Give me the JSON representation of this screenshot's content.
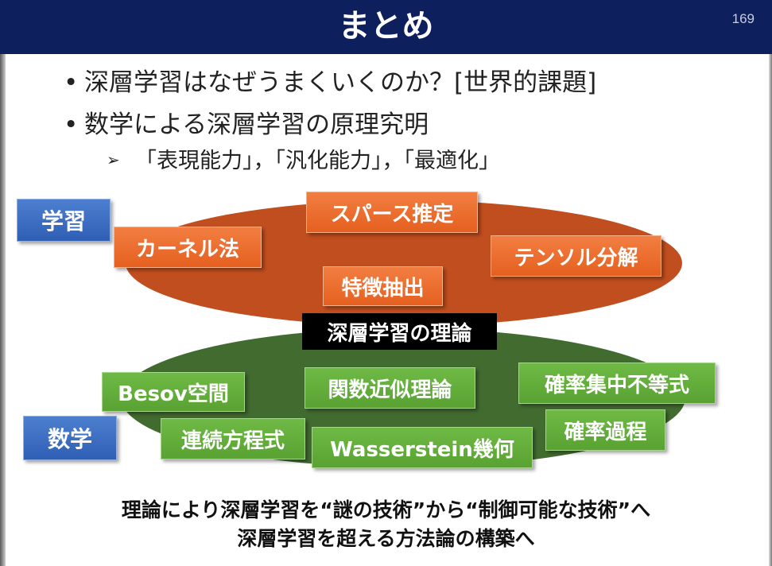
{
  "slide": {
    "title": "まとめ",
    "page_number": "169"
  },
  "bullets": [
    {
      "marker": "•",
      "text": "深層学習はなぜうまくいくのか？[世界的課題]"
    },
    {
      "marker": "•",
      "text": "数学による深層学習の原理究明"
    }
  ],
  "sub_bullet": {
    "marker": "➢",
    "text": "「表現能力」，「汎化能力」，「最適化」"
  },
  "diagram": {
    "learning_label": "学習",
    "math_label": "数学",
    "center_label": "深層学習の理論",
    "learning_topics": [
      "スパース推定",
      "カーネル法",
      "テンソル分解",
      "特徴抽出"
    ],
    "math_topics": [
      "Besov空間",
      "関数近似理論",
      "確率集中不等式",
      "連続方程式",
      "Wasserstein幾何",
      "確率過程"
    ]
  },
  "conclusion": {
    "line1": "理論により深層学習を“謎の技術”から“制御可能な技術”へ",
    "line2": "深層学習を超える方法論の構築へ"
  },
  "colors": {
    "header": "#0d1f5c",
    "learning_ellipse": "#c14e1e",
    "math_ellipse": "#426b30",
    "orange_box": "#ee7333",
    "green_box": "#63ad3c",
    "blue_box": "#3d6ec4"
  }
}
